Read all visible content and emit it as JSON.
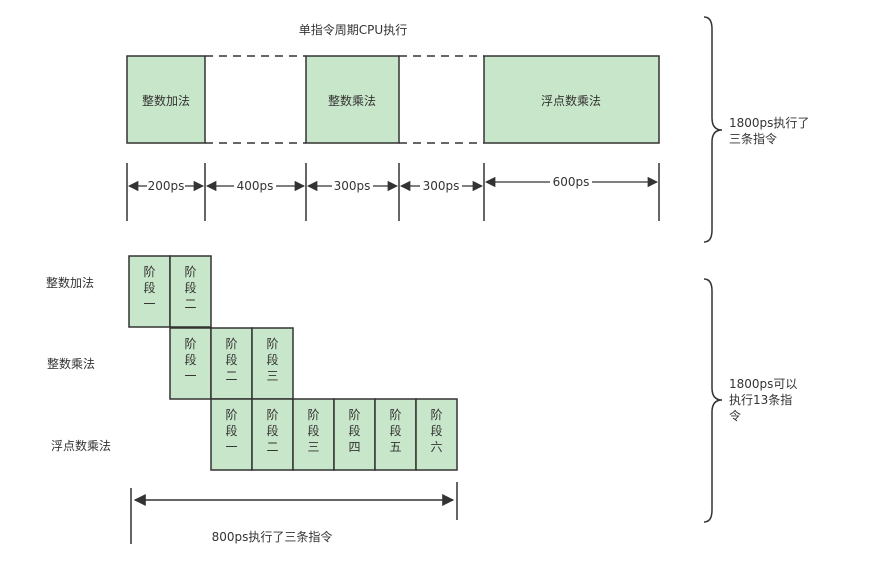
{
  "colors": {
    "fill": "#c8e6c9",
    "stroke": "#333333",
    "text": "#333333"
  },
  "top": {
    "title": "单指令周期CPU执行",
    "ops": [
      "整数加法",
      "整数乘法",
      "浮点数乘法"
    ],
    "durations": [
      "200ps",
      "400ps",
      "300ps",
      "300ps",
      "600ps"
    ],
    "brace_label": "1800ps执行了三条指令"
  },
  "bottom": {
    "rows": [
      {
        "label": "整数加法",
        "stages": [
          "阶段一",
          "阶段二"
        ]
      },
      {
        "label": "整数乘法",
        "stages": [
          "阶段一",
          "阶段二",
          "阶段三"
        ]
      },
      {
        "label": "浮点数乘法",
        "stages": [
          "阶段一",
          "阶段二",
          "阶段三",
          "阶段四",
          "阶段五",
          "阶段六"
        ]
      }
    ],
    "span_label": "800ps执行了三条指令",
    "brace_label": "1800ps可以执行13条指令"
  }
}
